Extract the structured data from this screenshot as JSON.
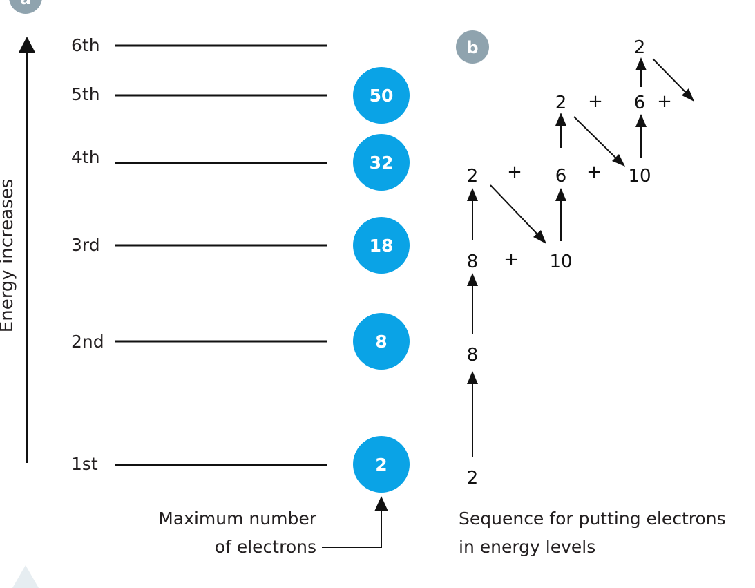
{
  "panel_a": {
    "badge": "a",
    "axis_title": "Energy increases",
    "levels": [
      {
        "label": "6th",
        "max": ""
      },
      {
        "label": "5th",
        "max": "50"
      },
      {
        "label": "4th",
        "max": "32"
      },
      {
        "label": "3rd",
        "max": "18"
      },
      {
        "label": "2nd",
        "max": "8"
      },
      {
        "label": "1st",
        "max": "2"
      }
    ],
    "caption_line1": "Maximum number",
    "caption_line2": "of electrons"
  },
  "panel_b": {
    "badge": "b",
    "numbers": [
      "2",
      "8",
      "8",
      "10",
      "2",
      "6",
      "10",
      "2",
      "6",
      "2"
    ],
    "operators": [
      "+",
      "+",
      "+",
      "+",
      "+",
      "+"
    ],
    "caption_line1": "Sequence for putting electrons",
    "caption_line2": "in energy levels"
  },
  "colors": {
    "circle": "#0aa3e6",
    "badge": "#8fa3ae",
    "line": "#111111",
    "triangle": "#e6edf1"
  }
}
